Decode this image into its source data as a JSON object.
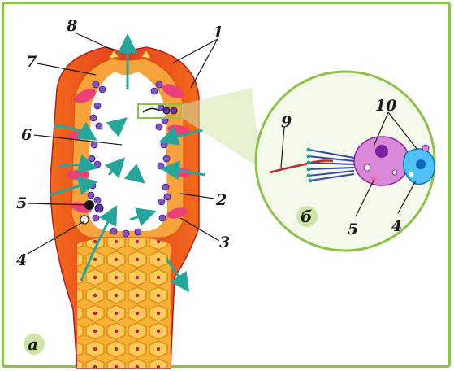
{
  "figure": {
    "panel_a_label": "а",
    "panel_b_label": "б"
  },
  "labels": {
    "l1": "1",
    "l2": "2",
    "l3": "3",
    "l4": "4",
    "l5": "5",
    "l6": "6",
    "l7": "7",
    "l8": "8",
    "b9": "9",
    "b10": "10",
    "b5": "5",
    "b4": "4"
  },
  "colors": {
    "frame": "#8bc34a",
    "body_outer": "#e8401c",
    "body_inner": "#f5a623",
    "mesoglea": "#f7c98b",
    "collar_cells": "#7e57c2",
    "pink_cells": "#e91e63",
    "water_arrows": "#26a69a",
    "zoom_circle": "#8bc34a",
    "zoom_bg": "#f4f9ec"
  }
}
